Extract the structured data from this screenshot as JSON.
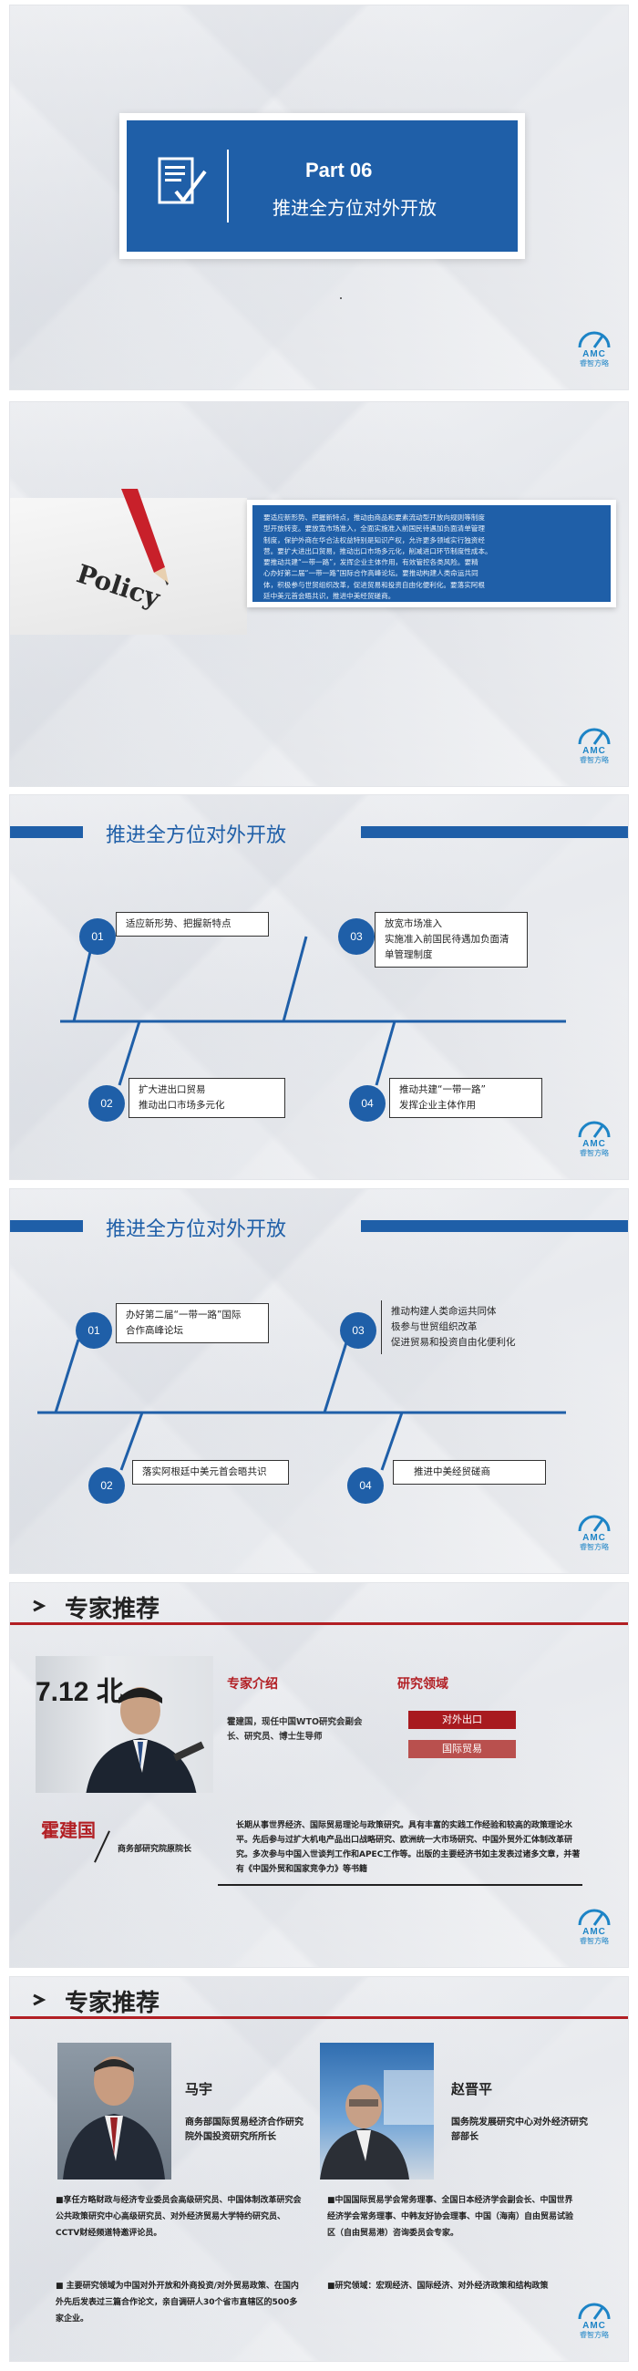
{
  "brand": {
    "name": "AMC",
    "sub": "睿智方略",
    "blue": "#1f5fa8",
    "red": "#b21f24"
  },
  "s1": {
    "part": "Part  06",
    "title": "推进全方位对外开放"
  },
  "s2": {
    "image_word": "Policy",
    "text_lines": [
      "要适应新形势、把握新特点，推动由商品和要素流动型开放向规则等制度",
      "型开放转变。要放宽市场准入，全面实施准入前国民待遇加负面清单管理",
      "制度，保护外商在华合法权益特别是知识产权，允许更多领域实行独资经",
      "营。要扩大进出口贸易，推动出口市场多元化，削减进口环节制度性成本。",
      "要推动共建“一带一路”，发挥企业主体作用，有效管控各类风险。要精",
      "心办好第二届“一带一路”国际合作高峰论坛。要推动构建人类命运共同",
      "体，积极参与世贸组织改革，促进贸易和投资自由化便利化。要落实阿根",
      "廷中美元首会晤共识，推进中美经贸磋商。"
    ]
  },
  "s3": {
    "title": "推进全方位对外开放",
    "items": [
      {
        "num": "01",
        "lines": [
          "适应新形势、把握新特点"
        ]
      },
      {
        "num": "02",
        "lines": [
          "扩大进出口贸易",
          "推动出口市场多元化"
        ]
      },
      {
        "num": "03",
        "lines": [
          "放宽市场准入",
          "实施准入前国民待遇加负面清",
          "单管理制度"
        ]
      },
      {
        "num": "04",
        "lines": [
          "推动共建“一带一路”",
          "发挥企业主体作用"
        ]
      }
    ]
  },
  "s4": {
    "title": "推进全方位对外开放",
    "items": [
      {
        "num": "01",
        "lines": [
          "办好第二届“一带一路”国际",
          "合作高峰论坛"
        ]
      },
      {
        "num": "02",
        "lines": [
          "落实阿根廷中美元首会晤共识"
        ]
      },
      {
        "num": "03",
        "lines": [
          "推动构建人类命运共同体",
          "极参与世贸组织改革",
          "促进贸易和投资自由化便利化"
        ]
      },
      {
        "num": "04",
        "lines": [
          "推进中美经贸磋商"
        ]
      }
    ]
  },
  "s5": {
    "title": "专家推荐",
    "photo_text": "7.12 北",
    "intro_head": "专家介绍",
    "intro_text": "霍建国，现任中国WTO研究会副会长、研究员、博士生导师",
    "field_head": "研究领域",
    "fields": [
      "对外出口",
      "国际贸易"
    ],
    "name": "霍建国",
    "name_title": "商务部研究院原院长",
    "desc": "长期从事世界经济、国际贸易理论与政策研究。具有丰富的实践工作经验和较高的政策理论水平。先后参与过扩大机电产品出口战略研究、欧洲统一大市场研究、中国外贸外汇体制改革研究。多次参与中国入世谈判工作和APEC工作等。出版的主要经济书如主发表过诸多文章，并著有《中国外贸和国家竞争力》等书籍"
  },
  "s6": {
    "title": "专家推荐",
    "experts": [
      {
        "name": "马宇",
        "title": "商务部国际贸易经济合作研究院外国投资研究所所长",
        "bullets": [
          "■享任方略财政与经济专业委员会高级研究员、中国体制改革研究会公共政策研究中心高级研究员、对外经济贸易大学特约研究员、CCTV财经频道特邀评论员。",
          "■ 主要研究领域为中国对外开放和外商投资/对外贸易政策、在国内外先后发表过三篇合作论文，亲自调研人30个省市直辖区的500多家企业。"
        ]
      },
      {
        "name": "赵晋平",
        "title": "国务院发展研究中心对外经济研究部部长",
        "bullets": [
          "■中国国际贸易学会常务理事、全国日本经济学会副会长、中国世界经济学会常务理事、中韩友好协会理事、中国（海南）自由贸易试验区（自由贸易港）咨询委员会专家。",
          "■研究领域：宏观经济、国际经济、对外经济政策和结构政策"
        ]
      }
    ]
  }
}
